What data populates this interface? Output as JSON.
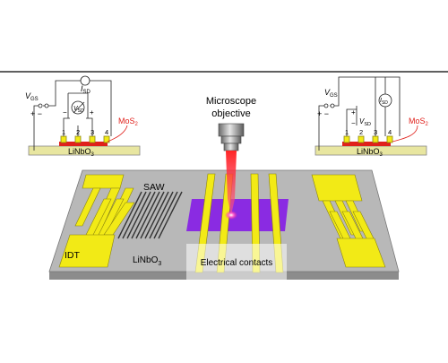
{
  "labels": {
    "microscope_line1": "Microscope",
    "microscope_line2": "objective",
    "saw": "SAW",
    "idt": "IDT",
    "substrate": "LiNbO",
    "substrate_sub": "3",
    "electrical_contacts": "Electrical contacts"
  },
  "left_circuit": {
    "vgs": "V",
    "vgs_sub": "GS",
    "plus_minus": "+ −",
    "isd": "I",
    "isd_sub": "SD",
    "vsd_minus": "−",
    "vsd": "V",
    "vsd_sub": "SD",
    "vsd_plus": "+",
    "pins": [
      "1",
      "2",
      "3",
      "4"
    ],
    "mos2": "MoS",
    "mos2_sub": "2",
    "substrate": "LiNbO",
    "substrate_sub": "3"
  },
  "right_circuit": {
    "vgs": "V",
    "vgs_sub": "GS",
    "plus_minus": "+ −",
    "isd": "I",
    "isd_sub": "SD",
    "vsd_plus": "+",
    "vsd_minus": "−",
    "vsd": "V",
    "vsd_sub": "SD",
    "pins": [
      "1",
      "2",
      "3",
      "4"
    ],
    "mos2": "MoS",
    "mos2_sub": "2",
    "substrate": "LiNbO",
    "substrate_sub": "3"
  },
  "colors": {
    "substrate_top": "#b3b3b3",
    "substrate_side": "#8c8c8c",
    "gold": "#f2ea16",
    "gold_edge": "#8a8410",
    "mos2_channel": "#8a2be2",
    "laser": "#ff1a1a",
    "mos2_text": "#e0201b",
    "chip_base": "#e8e6a0"
  }
}
